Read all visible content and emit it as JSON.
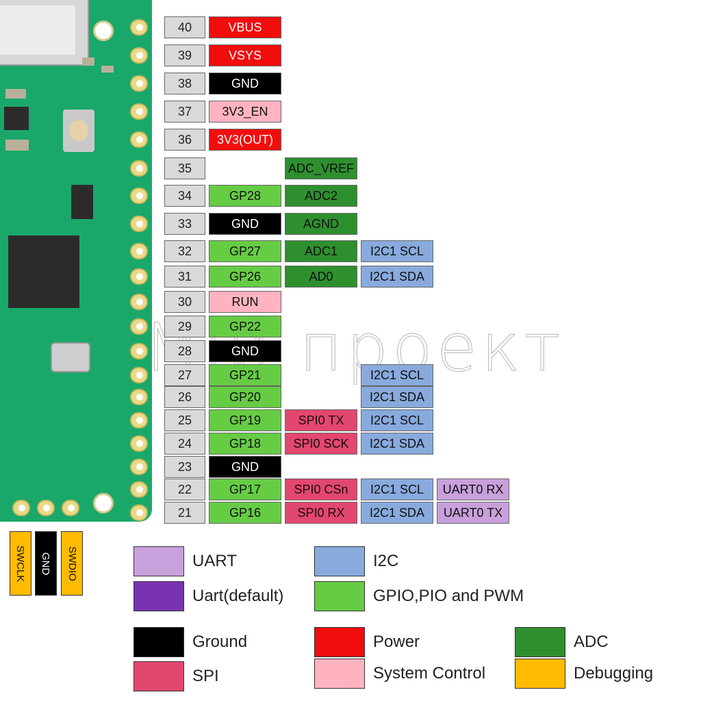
{
  "colors": {
    "power": "#f20d0d",
    "ground": "#000000",
    "system_control": "#ffb3c1",
    "adc": "#2e8f2e",
    "gpio": "#66cc44",
    "i2c": "#88aadd",
    "spi": "#e2476f",
    "uart": "#c8a0dc",
    "uart_default": "#7a33b0",
    "debugging": "#ffbb00",
    "pin_number": "#d9d9d9"
  },
  "pins": [
    {
      "num": "40",
      "cells": [
        {
          "text": "VBUS",
          "type": "power"
        }
      ]
    },
    {
      "num": "39",
      "cells": [
        {
          "text": "VSYS",
          "type": "power"
        }
      ]
    },
    {
      "num": "38",
      "cells": [
        {
          "text": "GND",
          "type": "ground"
        }
      ]
    },
    {
      "num": "37",
      "cells": [
        {
          "text": "3V3_EN",
          "type": "system_control"
        }
      ]
    },
    {
      "num": "36",
      "cells": [
        {
          "text": "3V3(OUT)",
          "type": "power"
        }
      ]
    },
    {
      "num": "35",
      "cells": [
        null,
        {
          "text": "ADC_VREF",
          "type": "adc"
        }
      ]
    },
    {
      "num": "34",
      "cells": [
        {
          "text": "GP28",
          "type": "gpio"
        },
        {
          "text": "ADC2",
          "type": "adc"
        }
      ]
    },
    {
      "num": "33",
      "cells": [
        {
          "text": "GND",
          "type": "ground"
        },
        {
          "text": "AGND",
          "type": "adc"
        }
      ]
    },
    {
      "num": "32",
      "cells": [
        {
          "text": "GP27",
          "type": "gpio"
        },
        {
          "text": "ADC1",
          "type": "adc"
        },
        {
          "text": "I2C1 SCL",
          "type": "i2c"
        }
      ]
    },
    {
      "num": "31",
      "cells": [
        {
          "text": "GP26",
          "type": "gpio"
        },
        {
          "text": "AD0",
          "type": "adc"
        },
        {
          "text": "I2C1 SDA",
          "type": "i2c"
        }
      ]
    },
    {
      "num": "30",
      "cells": [
        {
          "text": "RUN",
          "type": "system_control"
        }
      ]
    },
    {
      "num": "29",
      "cells": [
        {
          "text": "GP22",
          "type": "gpio"
        }
      ]
    },
    {
      "num": "28",
      "cells": [
        {
          "text": "GND",
          "type": "ground"
        }
      ]
    },
    {
      "num": "27",
      "cells": [
        {
          "text": "GP21",
          "type": "gpio"
        },
        null,
        {
          "text": "I2C1 SCL",
          "type": "i2c"
        }
      ]
    },
    {
      "num": "26",
      "cells": [
        {
          "text": "GP20",
          "type": "gpio"
        },
        null,
        {
          "text": "I2C1 SDA",
          "type": "i2c"
        }
      ]
    },
    {
      "num": "25",
      "cells": [
        {
          "text": "GP19",
          "type": "gpio"
        },
        {
          "text": "SPI0 TX",
          "type": "spi"
        },
        {
          "text": "I2C1 SCL",
          "type": "i2c"
        }
      ]
    },
    {
      "num": "24",
      "cells": [
        {
          "text": "GP18",
          "type": "gpio"
        },
        {
          "text": "SPI0 SCK",
          "type": "spi"
        },
        {
          "text": "I2C1 SDA",
          "type": "i2c"
        }
      ]
    },
    {
      "num": "23",
      "cells": [
        {
          "text": "GND",
          "type": "ground"
        }
      ]
    },
    {
      "num": "22",
      "cells": [
        {
          "text": "GP17",
          "type": "gpio"
        },
        {
          "text": "SPI0 CSn",
          "type": "spi"
        },
        {
          "text": "I2C1 SCL",
          "type": "i2c"
        },
        {
          "text": "UART0 RX",
          "type": "uart"
        }
      ]
    },
    {
      "num": "21",
      "cells": [
        {
          "text": "GP16",
          "type": "gpio"
        },
        {
          "text": "SPI0 RX",
          "type": "spi"
        },
        {
          "text": "I2C1 SDA",
          "type": "i2c"
        },
        {
          "text": "UART0 TX",
          "type": "uart"
        }
      ]
    }
  ],
  "debug_pins": [
    {
      "text": "SWCLK",
      "type": "debugging"
    },
    {
      "text": "GND",
      "type": "ground"
    },
    {
      "text": "SWDIO",
      "type": "debugging"
    }
  ],
  "legend": [
    {
      "label": "UART",
      "type": "uart"
    },
    {
      "label": "Uart(default)",
      "type": "uart_default"
    },
    {
      "label": "I2C",
      "type": "i2c"
    },
    {
      "label": "GPIO,PIO and PWM",
      "type": "gpio"
    },
    {
      "label": "Ground",
      "type": "ground"
    },
    {
      "label": "SPI",
      "type": "spi"
    },
    {
      "label": "Power",
      "type": "power"
    },
    {
      "label": "System Control",
      "type": "system_control"
    },
    {
      "label": "ADC",
      "type": "adc"
    },
    {
      "label": "Debugging",
      "type": "debugging"
    }
  ],
  "watermark": "Мій проект"
}
